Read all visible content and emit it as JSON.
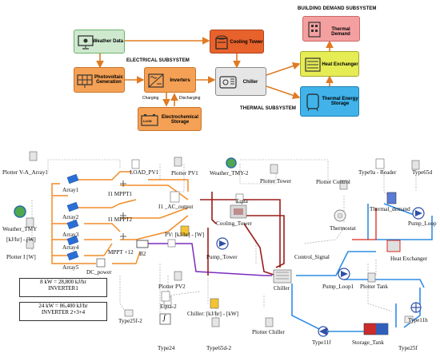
{
  "top": {
    "subsystems": {
      "electrical": "ELECTRICAL SUBSYSTEM",
      "building": "BUILDING DEMAND SUBSYSTEM",
      "thermal": "THERMAL SUBSYSTEM"
    },
    "boxes": {
      "weather": "Weather Data",
      "pv": "Photovoltaic Generation",
      "inverters": "Inverters",
      "storage": "Electrochemical Storage",
      "cooling_tower": "Cooling Tower",
      "chiller": "Chiller",
      "thermal_demand": "Thermal Demand",
      "heat_exchanger": "Heat Exchanger",
      "tes": "Thermal Energy Storage"
    },
    "arrows": {
      "charging": "Charging",
      "discharging": "Discharging"
    },
    "battery_text": "LI-ION"
  },
  "colors": {
    "weather": "#cfe9cf",
    "pv": "#f4a155",
    "storage": "#f4a155",
    "inverters": "#f4a155",
    "cooling_tower": "#e8622c",
    "chiller": "#e6e6e6",
    "thermal_demand": "#f4a0a0",
    "heat_exchanger": "#e6ec54",
    "tes": "#41b3ea",
    "elec_wire": "#f28c28",
    "hot_wire": "#9b1b1b",
    "cool_wire": "#2f8de4",
    "purple_wire": "#7b2bbd",
    "thin_wire": "#9a9a9a"
  },
  "schematic": {
    "labels": {
      "plotter_va": "Plotter V-A_Array1",
      "load_pv1": "LOAD_PV1",
      "plotter_pv1": "Plotter PV1",
      "weather_tmy2": "Weather_TMY-2",
      "plotter_tower": "Plotter Tower",
      "plotter_control": "Plotter Control",
      "type9a": "Type9a - Reader",
      "type65d": "Type65d",
      "array1": "Array1",
      "i1_mppt1": "I1 MPPT1",
      "i1_ac_output": "I1 _AC_output",
      "equa": "Equa",
      "array2": "Array2",
      "i1_mppt2": "I1 MPPT2",
      "cooling_tower": "Cooling_Tower",
      "thermostat": "Thermostat",
      "thermal_demand": "Thermal_demand",
      "pump_loop": "Pump_Loop",
      "weather_tmy": "Weather_TMY",
      "pv_kj": "PV: [kJ/hr] - [W]",
      "array3": "Array3",
      "kjhr_w": "[kJ/hr] - [W]",
      "mppt12": "MPPT +12",
      "pump_tower": "Pump_Tower",
      "control_signal": "Control_Signal",
      "heat_exchanger": "Heat Exchanger",
      "array4": "Array4",
      "plotter_iw": "Plotter I [W]",
      "b2": "B2",
      "array5": "Array5",
      "dc_power": "DC_power",
      "chiller": "Chiller",
      "pump_loop1": "Pump_Loop1",
      "plotter_tank": "Plotter Tank",
      "type11h": "Type11h",
      "plotter_pv2": "Plotter PV2",
      "type25f2": "Type25f-2",
      "equa2": "Equa-2",
      "chiller_kj": "Chiller: [kJ/hr] - [kW]",
      "plotter_chiller": "Plotter Chiller",
      "type11f": "Type11f",
      "storage_tank": "Storage_Tank",
      "type24": "Type24",
      "type65d2": "Type65d-2",
      "type25f": "Type25f"
    },
    "notes": {
      "inv1_line1": "8 kW = 28,800 kJ/hr",
      "inv1_line2": "INVERTER1",
      "inv234_line1": "24 kW = 86,400 kJ/hr",
      "inv234_line2": "INVERTER 2+3+4"
    },
    "type24_symbol": "∫"
  }
}
